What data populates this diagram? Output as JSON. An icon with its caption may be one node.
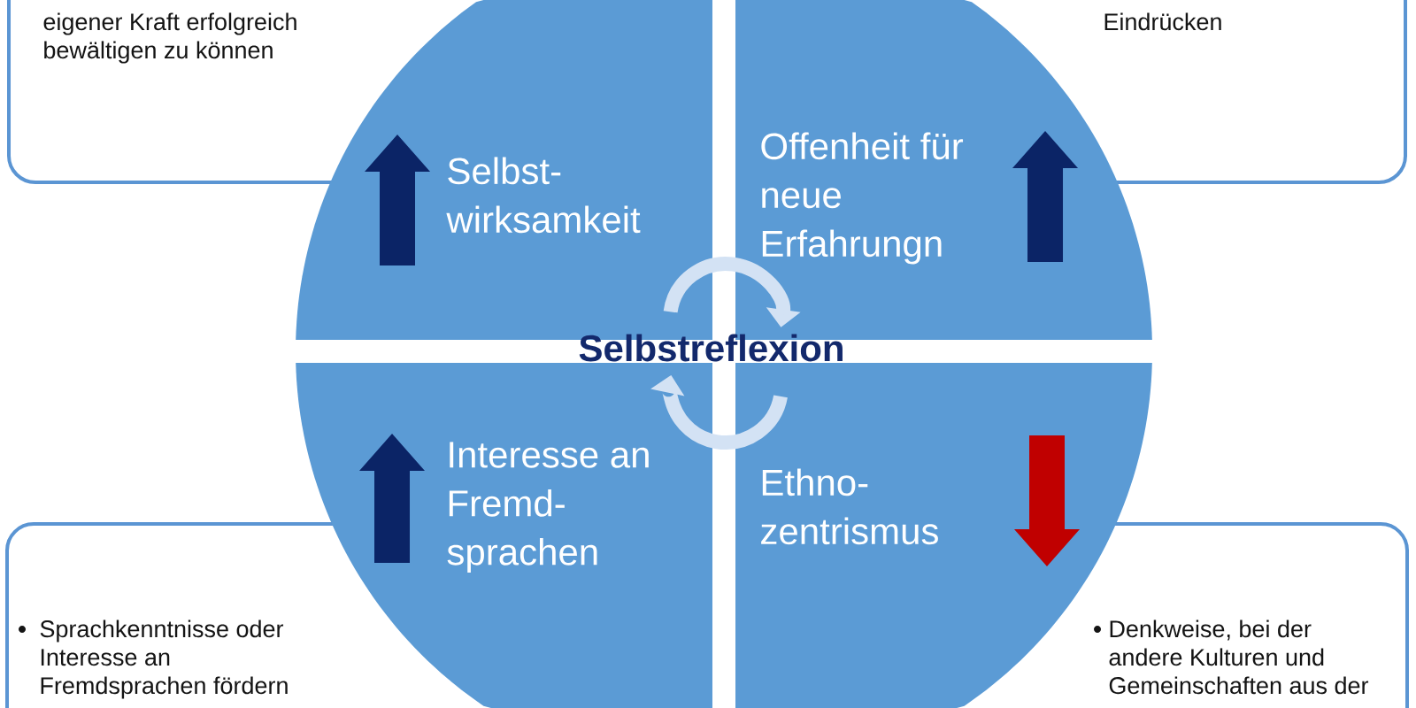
{
  "diagram": {
    "nodes": [
      {
        "text": [
          "eigener Kraft erfolgreich bewältigen zu können"
        ]
      },
      {
        "text": [
          "Eindrücken"
        ]
      },
      {
        "text": [
          "Selbst- wirksamkeit"
        ]
      },
      {
        "text": [
          "Offenheit für neue Erfahrungn"
        ]
      },
      {
        "text": [
          "Interesse an Fremd- sprachen"
        ]
      },
      {
        "text": [
          "Ethno- zentrismus"
        ]
      },
      {
        "text": [
          "Sprachkenntnisse oder Interesse an Fremdsprachen fördern"
        ]
      },
      {
        "text": [
          "Denkweise, bei der andere Kulturen und Gemeinschaften aus der"
        ]
      }
    ],
    "edges": [
      {
        "from": 2,
        "to": 3,
        "arrow": "to"
      },
      {
        "from": 5,
        "to": 4,
        "arrow": "to"
      }
    ],
    "labels": [
      "Selbstreflexion"
    ]
  }
}
